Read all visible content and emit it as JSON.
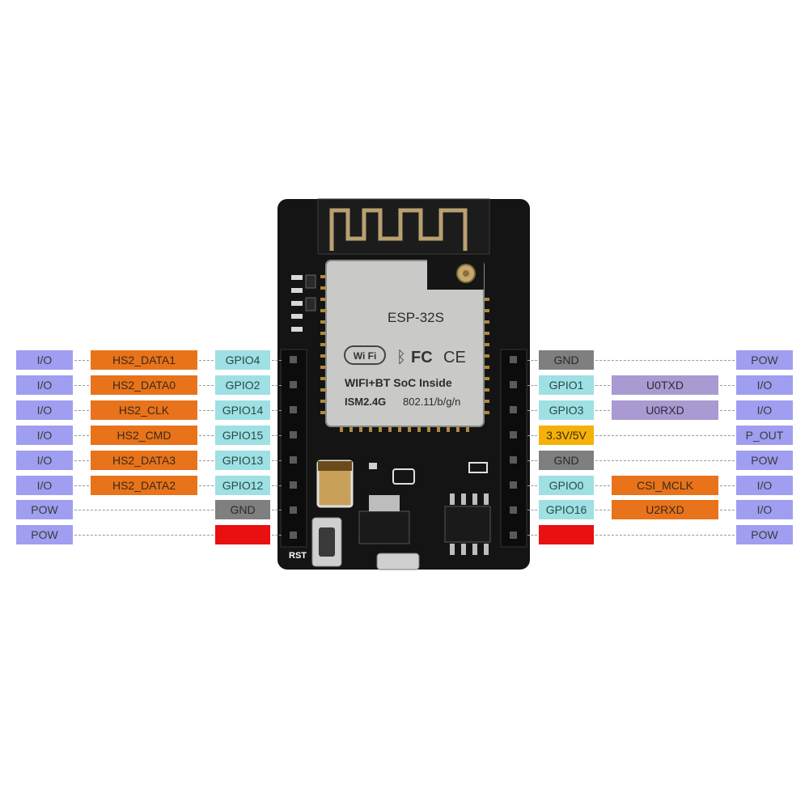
{
  "board": {
    "module_name": "ESP-32S",
    "wifi_logo": "Wi Fi",
    "fcc_mark": "FC",
    "ce_mark": "CE",
    "line1": "WIFI+BT SoC Inside",
    "line2a": "ISM2.4G",
    "line2b": "802.11/b/g/n",
    "rst_label": "RST"
  },
  "left_pins": [
    {
      "func": "I/O",
      "alt": "HS2_DATA1",
      "pin": "GPIO4"
    },
    {
      "func": "I/O",
      "alt": "HS2_DATA0",
      "pin": "GPIO2"
    },
    {
      "func": "I/O",
      "alt": "HS2_CLK",
      "pin": "GPIO14"
    },
    {
      "func": "I/O",
      "alt": "HS2_CMD",
      "pin": "GPIO15"
    },
    {
      "func": "I/O",
      "alt": "HS2_DATA3",
      "pin": "GPIO13"
    },
    {
      "func": "I/O",
      "alt": "HS2_DATA2",
      "pin": "GPIO12"
    },
    {
      "func": "POW",
      "alt": "",
      "pin": "GND"
    },
    {
      "func": "POW",
      "alt": "",
      "pin": ""
    }
  ],
  "right_pins": [
    {
      "pin": "GND",
      "alt": "",
      "func": "POW"
    },
    {
      "pin": "GPIO1",
      "alt": "U0TXD",
      "func": "I/O"
    },
    {
      "pin": "GPIO3",
      "alt": "U0RXD",
      "func": "I/O"
    },
    {
      "pin": "3.3V/5V",
      "alt": "",
      "func": "P_OUT"
    },
    {
      "pin": "GND",
      "alt": "",
      "func": "POW"
    },
    {
      "pin": "GPIO0",
      "alt": "CSI_MCLK",
      "func": "I/O"
    },
    {
      "pin": "GPIO16",
      "alt": "U2RXD",
      "func": "I/O"
    },
    {
      "pin": "",
      "alt": "",
      "func": "POW"
    }
  ],
  "colors": {
    "io": "#9f9ef0",
    "hs2": "#e8731a",
    "gpio": "#9ee0e3",
    "gnd": "#7f7f7f",
    "power_red": "#e81010",
    "uart": "#a99ad1",
    "power_out": "#f5b10a",
    "board": "#141414"
  }
}
